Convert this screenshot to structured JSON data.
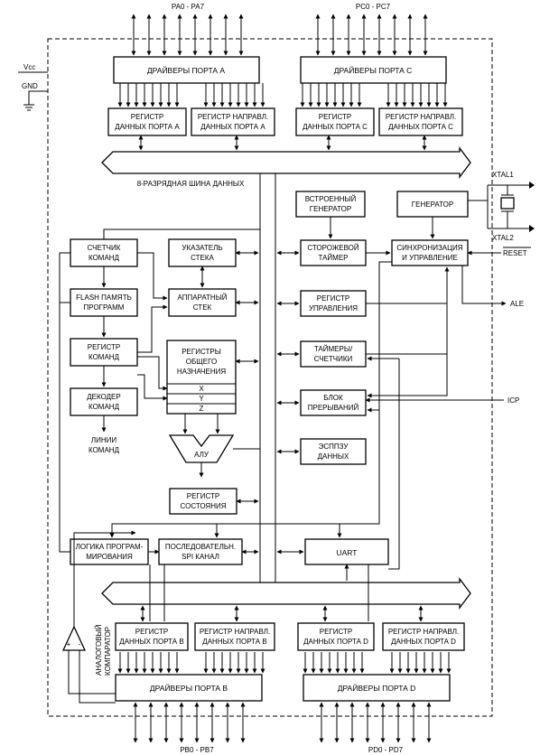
{
  "ports": {
    "pa_label": "PA0 - PA7",
    "pc_label": "PC0 - PC7",
    "pb_label": "PB0 - PB7",
    "pd_label": "PD0 - PD7"
  },
  "power": {
    "vcc": "Vcc",
    "gnd": "GND"
  },
  "clock": {
    "xtal1": "XTAL1",
    "xtal2": "XTAL2",
    "reset": "RESET",
    "ale": "ALE",
    "icp": "ICP"
  },
  "blocks": {
    "drv_a": "ДРАЙВЕРЫ ПОРТА A",
    "drv_c": "ДРАЙВЕРЫ ПОРТА C",
    "reg_a_1": "РЕГИСТР",
    "reg_a_2": "ДАННЫХ ПОРТА A",
    "dir_a_1": "РЕГИСТР НАПРАВЛ.",
    "dir_a_2": "ДАННЫХ ПОРТА A",
    "reg_c_1": "РЕГИСТР",
    "reg_c_2": "ДАННЫХ ПОРТА C",
    "dir_c_1": "РЕГИСТР НАПРАВЛ.",
    "dir_c_2": "ДАННЫХ ПОРТА C",
    "bus": "8-РАЗРЯДНАЯ ШИНА ДАННЫХ",
    "rc_1": "ВСТРОЕННЫЙ",
    "rc_2": "ГЕНЕРАТОР",
    "osc": "ГЕНЕРАТОР",
    "pc_1": "СЧЕТЧИК",
    "pc_2": "КОМАНД",
    "sp_1": "УКАЗАТЕЛЬ",
    "sp_2": "СТЕКА",
    "wdt_1": "СТОРОЖЕВОЙ",
    "wdt_2": "ТАЙМЕР",
    "sync_1": "СИНХРОНИЗАЦИЯ",
    "sync_2": "И УПРАВЛЕНИЕ",
    "flash_1": "FLASH ПАМЯТЬ",
    "flash_2": "ПРОГРАММ",
    "stack_1": "АППАРАТНЫЙ",
    "stack_2": "СТЕК",
    "mcucr_1": "РЕГИСТР",
    "mcucr_2": "УПРАВЛЕНИЯ",
    "ir_1": "РЕГИСТР",
    "ir_2": "КОМАНД",
    "gpr_1": "РЕГИСТРЫ",
    "gpr_2": "ОБЩЕГО",
    "gpr_3": "НАЗНАЧЕНИЯ",
    "gpr_x": "X",
    "gpr_y": "Y",
    "gpr_z": "Z",
    "tmr_1": "ТАЙМЕРЫ/",
    "tmr_2": "СЧЕТЧИКИ",
    "dec_1": "ДЕКОДЕР",
    "dec_2": "КОМАНД",
    "irq_1": "БЛОК",
    "irq_2": "ПРЕРЫВАНИЙ",
    "lines_1": "ЛИНИИ",
    "lines_2": "КОМАНД",
    "alu": "АЛУ",
    "eeprom_1": "ЭСППЗУ",
    "eeprom_2": "ДАННЫХ",
    "sreg_1": "РЕГИСТР",
    "sreg_2": "СОСТОЯНИЯ",
    "prog_1": "ЛОГИКА ПРОГРАМ-",
    "prog_2": "МИРОВАНИЯ",
    "spi_1": "ПОСЛЕДОВАТЕЛЬН.",
    "spi_2": "SPI КАНАЛ",
    "uart": "UART",
    "comp_1": "АНАЛОГОВЫЙ",
    "comp_2": "КОМПАРАТОР",
    "reg_b_1": "РЕГИСТР",
    "reg_b_2": "ДАННЫХ ПОРТА B",
    "dir_b_1": "РЕГИСТР НАПРАВЛ.",
    "dir_b_2": "ДАННЫХ ПОРТА B",
    "reg_d_1": "РЕГИСТР",
    "reg_d_2": "ДАННЫХ ПОРТА D",
    "dir_d_1": "РЕГИСТР НАПРАВЛ.",
    "dir_d_2": "ДАННЫХ ПОРТА D",
    "drv_b": "ДРАЙВЕРЫ ПОРТА B",
    "drv_d": "ДРАЙВЕРЫ ПОРТА D"
  },
  "comparator": {
    "plus": "+",
    "minus": "-"
  }
}
